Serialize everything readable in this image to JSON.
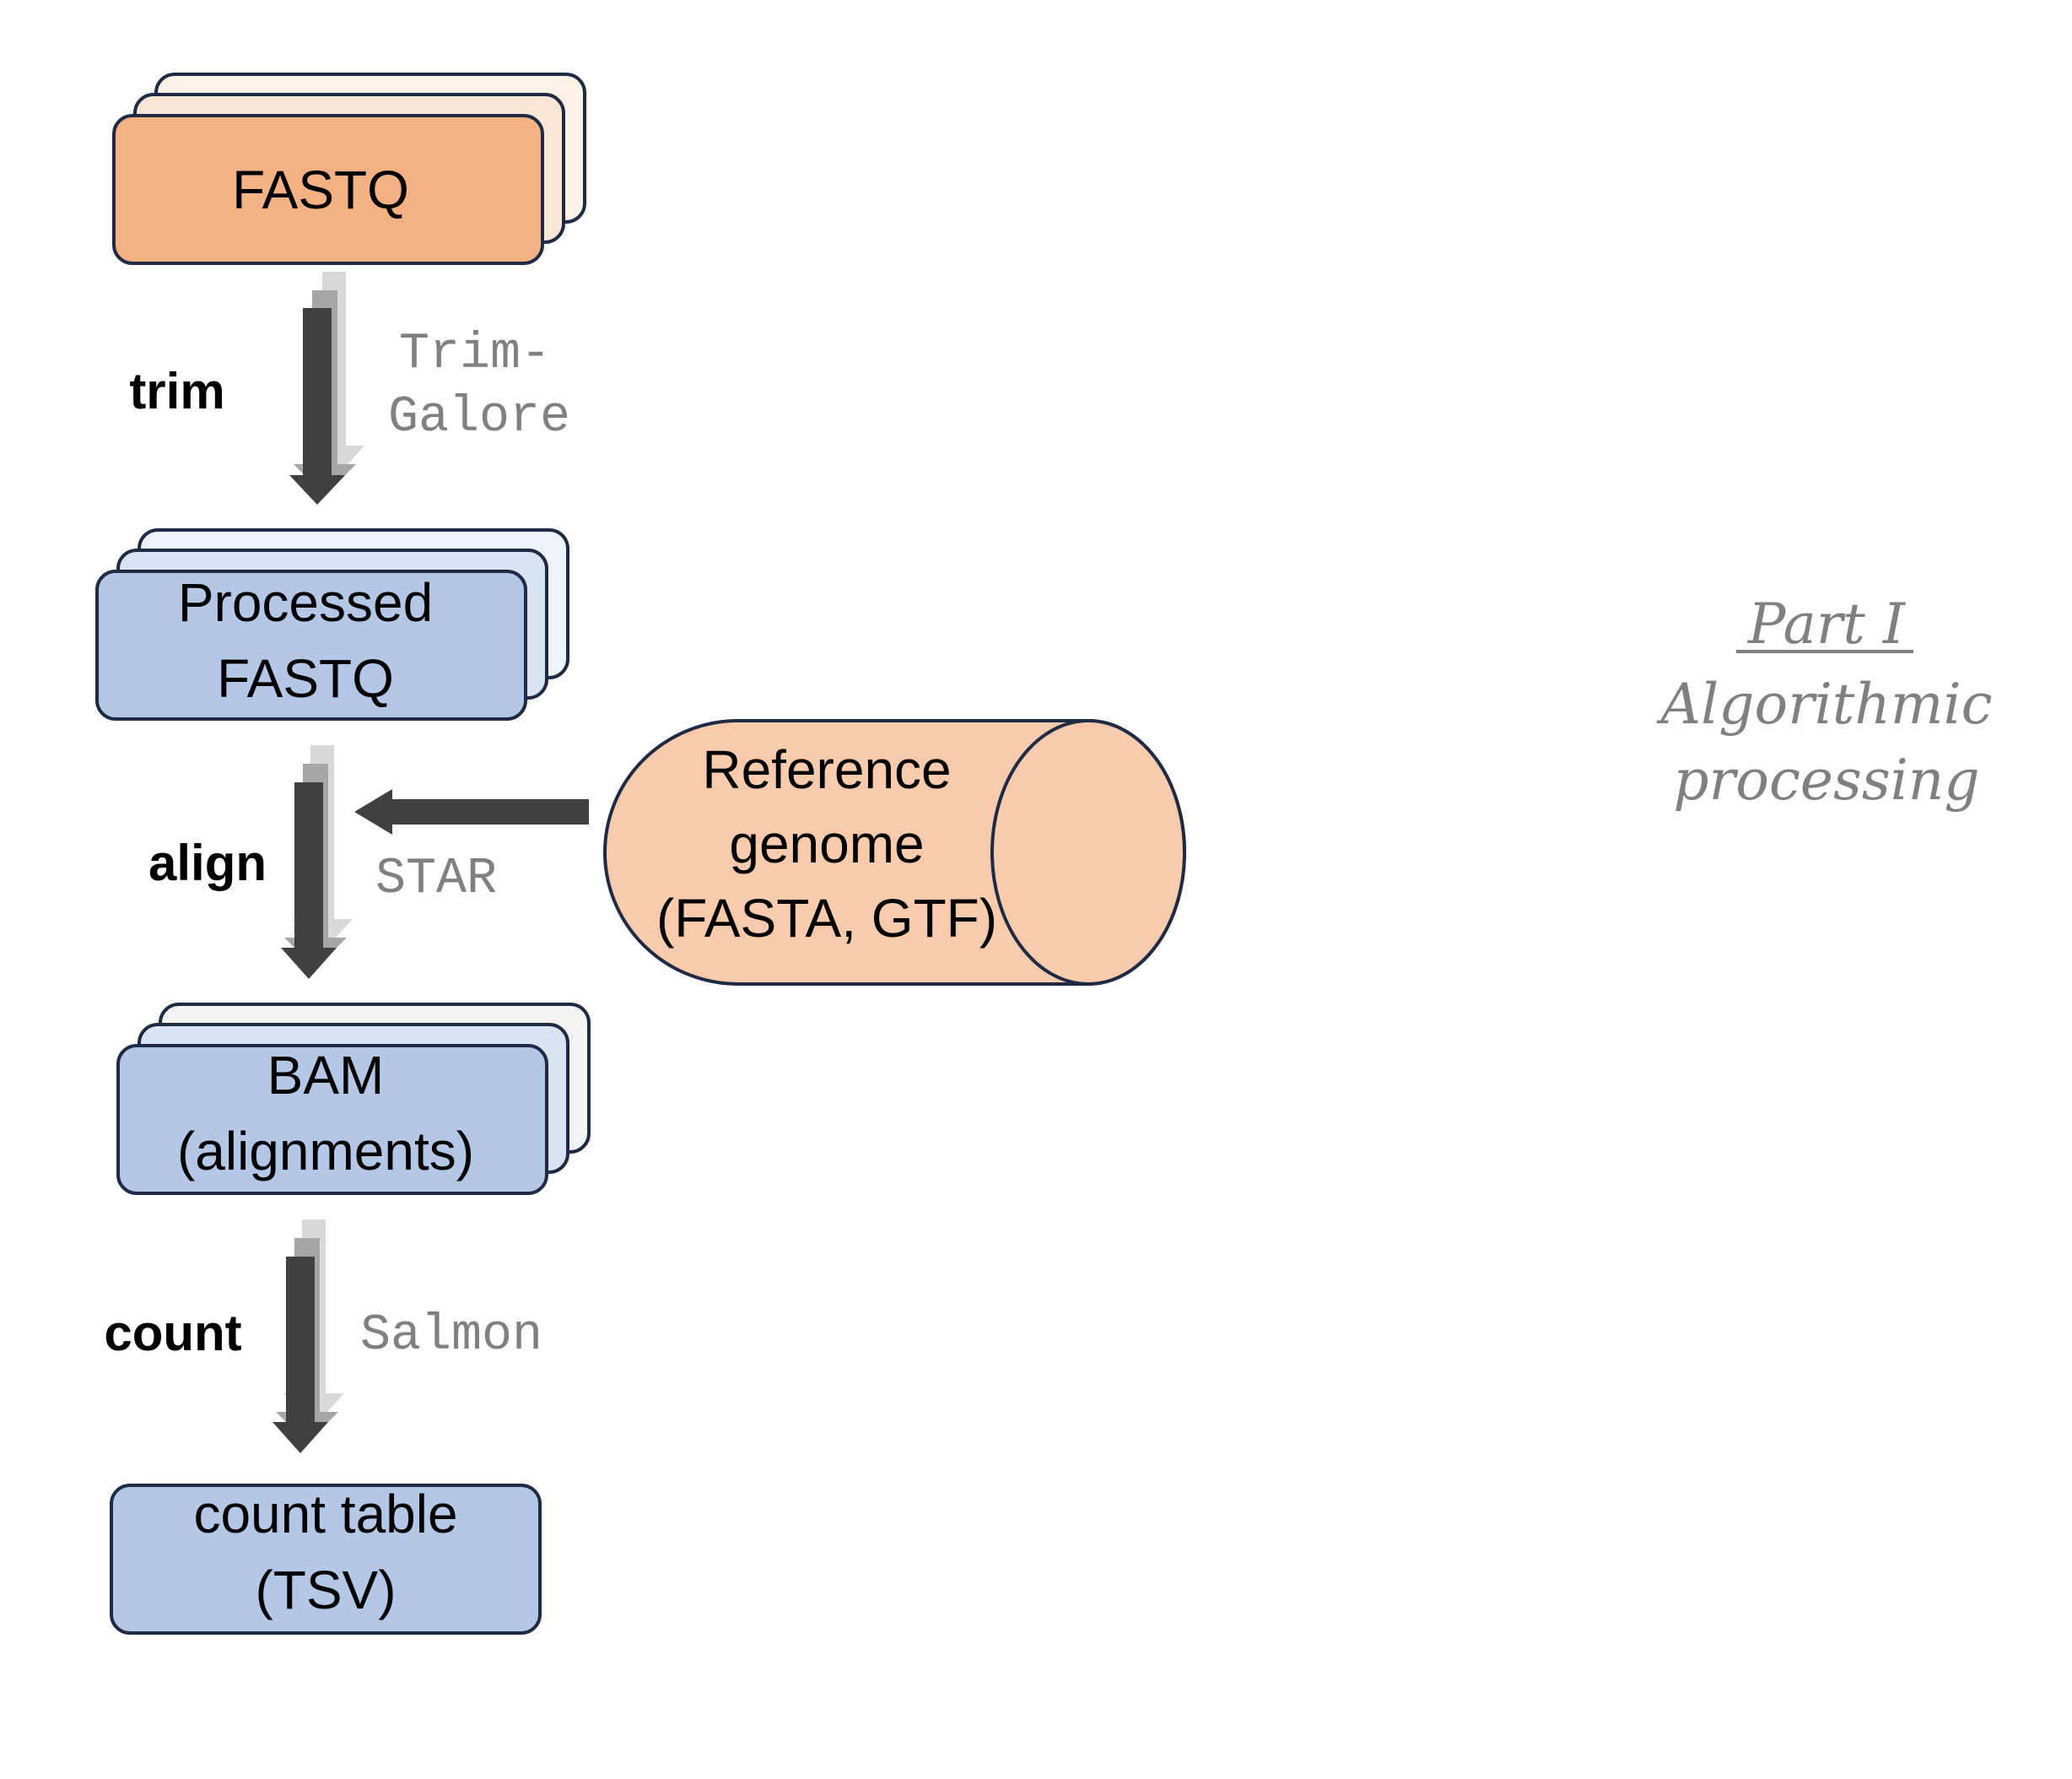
{
  "nodes": {
    "fastq": {
      "lines": [
        "FASTQ"
      ],
      "fill": "#f4b183",
      "back_fill": "#fbe5d6",
      "stacked": true
    },
    "processed_fastq": {
      "lines": [
        "Processed",
        "FASTQ"
      ],
      "fill": "#b4c7e7",
      "back_fill": "#dae3f3",
      "stacked": true
    },
    "bam": {
      "lines": [
        "BAM",
        "(alignments)"
      ],
      "fill": "#b4c7e7",
      "back_fill": "#dae3f3",
      "stacked": true
    },
    "count_table": {
      "lines": [
        "count table",
        "(TSV)"
      ],
      "fill": "#b4c7e7",
      "stacked": false
    },
    "reference": {
      "lines": [
        "Reference",
        "genome",
        "(FASTA, GTF)"
      ],
      "fill": "#f8cbad",
      "shape": "cylinder"
    }
  },
  "steps": {
    "trim": {
      "label": "trim",
      "tool_lines": [
        "Trim-",
        "Galore"
      ]
    },
    "align": {
      "label": "align",
      "tool_lines": [
        "STAR"
      ]
    },
    "count": {
      "label": "count",
      "tool_lines": [
        "Salmon"
      ]
    }
  },
  "side_note": {
    "title": "Part I",
    "lines": [
      "Algorithmic",
      "processing"
    ]
  },
  "colors": {
    "outline": "#1f2a44",
    "arrow": "#404040",
    "arrow_shadow_1": "#a6a6a6",
    "arrow_shadow_2": "#d9d9d9",
    "tool_text": "#808080"
  }
}
